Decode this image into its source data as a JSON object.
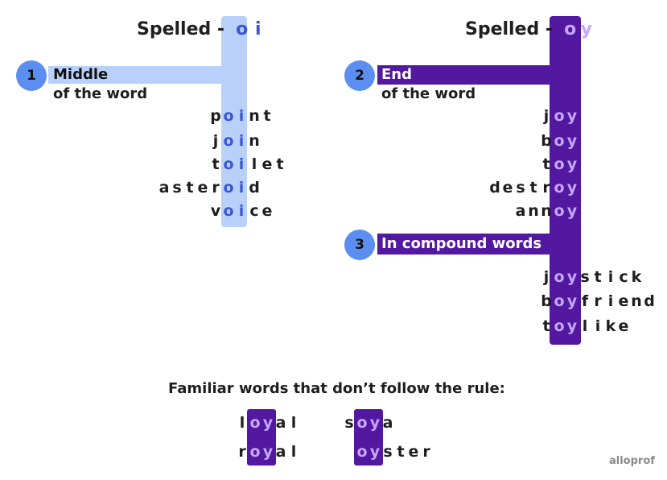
{
  "colors": {
    "oi_bar": "#b9d0fa",
    "oi_letters": "#3b57d9",
    "oy_bar": "#5318a0",
    "oy_letters": "#c7a6ff",
    "badge": "#5b8ef0"
  },
  "left": {
    "title_prefix": "Spelled -",
    "title_letters": [
      "o",
      "i"
    ],
    "badge": "1",
    "label": "Middle",
    "sub": "of the word",
    "words": [
      {
        "pre": "p",
        "hl": "oi",
        "post": "nt"
      },
      {
        "pre": "j",
        "hl": "oi",
        "post": "n"
      },
      {
        "pre": "t",
        "hl": "oi",
        "post": "let"
      },
      {
        "pre": "aster",
        "hl": "oi",
        "post": "d"
      },
      {
        "pre": "v",
        "hl": "oi",
        "post": "ce"
      }
    ]
  },
  "right": {
    "title_prefix": "Spelled -",
    "title_letters": [
      "o",
      "y"
    ],
    "end": {
      "badge": "2",
      "label": "End",
      "sub": "of the word"
    },
    "end_words": [
      {
        "pre": "j",
        "hl": "oy",
        "post": ""
      },
      {
        "pre": "b",
        "hl": "oy",
        "post": ""
      },
      {
        "pre": "t",
        "hl": "oy",
        "post": ""
      },
      {
        "pre": "destr",
        "hl": "oy",
        "post": ""
      },
      {
        "pre": "ann",
        "hl": "oy",
        "post": ""
      }
    ],
    "compound": {
      "badge": "3",
      "label": "In compound words"
    },
    "compound_words": [
      {
        "pre": "j",
        "hl": "oy",
        "post": "stick"
      },
      {
        "pre": "b",
        "hl": "oy",
        "post": "friend"
      },
      {
        "pre": "t",
        "hl": "oy",
        "post": "like"
      }
    ]
  },
  "exceptions": {
    "heading": "Familiar words that don’t follow the rule:",
    "words": [
      {
        "pre": "l",
        "hl": "oy",
        "post": "al"
      },
      {
        "pre": "r",
        "hl": "oy",
        "post": "al"
      },
      {
        "pre": "s",
        "hl": "oy",
        "post": "a"
      },
      {
        "pre": "",
        "hl": "oy",
        "post": "ster"
      }
    ]
  },
  "logo": "alloprof"
}
